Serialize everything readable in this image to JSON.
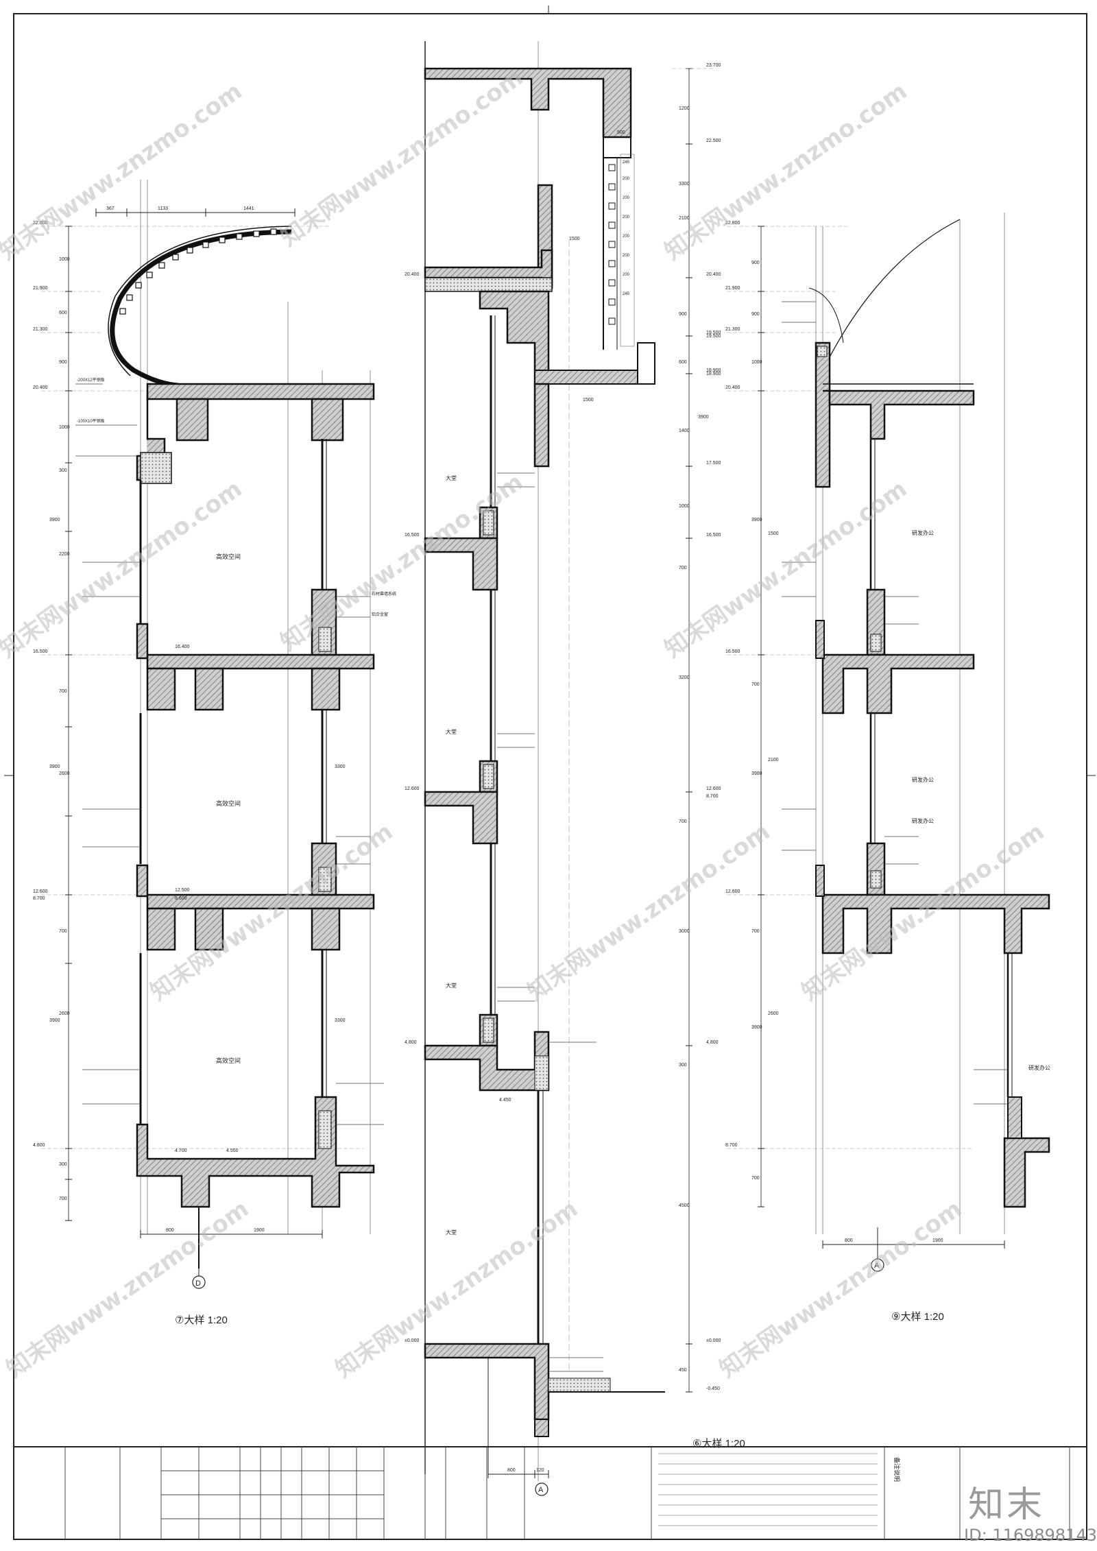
{
  "watermark": "知末网www.znzmo.com",
  "brand": {
    "logo_text": "知末",
    "id_label": "ID: 1169898143"
  },
  "details": {
    "left": {
      "title": "⑦大样 1:20",
      "axis": "D",
      "dims_top": [
        "367",
        "1133",
        "1441"
      ],
      "dims_bottom": [
        "800",
        "1900"
      ],
      "levels": [
        "22.800",
        "21.900",
        "21.300",
        "20.400",
        "16.500",
        "12.600",
        "8.700",
        "4.800"
      ],
      "sub_levels": [
        "16.400",
        "12.500",
        "8.600",
        "4.700",
        "4.550"
      ],
      "dims_side": [
        "1000",
        "600",
        "900",
        "1000",
        "300",
        "2200",
        "3900",
        "700",
        "2600",
        "3300",
        "3900",
        "700",
        "2600",
        "3300",
        "3900",
        "300",
        "700"
      ],
      "room_label": "高效空间",
      "note_labels": [
        "-200X12平钢板",
        "-100X10平钢板",
        "石材幕墙系统",
        "铝合金窗"
      ]
    },
    "middle": {
      "title": "⑥大样 1:20",
      "axis": "A",
      "levels": [
        "23.700",
        "22.500",
        "20.400",
        "19.500",
        "18.900",
        "17.500",
        "16.500",
        "12.600",
        "8.700",
        "4.800",
        "±0.000",
        "-0.450"
      ],
      "sub_levels": [
        "4.450"
      ],
      "dims_top": [
        "500",
        "1500"
      ],
      "dims_bottom": [
        "800",
        "120"
      ],
      "dims_side": [
        "1200",
        "3300",
        "2100",
        "1500",
        "900",
        "600",
        "3900",
        "1400",
        "1000",
        "700",
        "3200",
        "700",
        "3000",
        "300",
        "4500",
        "450"
      ],
      "dims_inner": [
        "245",
        "200",
        "200",
        "200",
        "200",
        "200",
        "200",
        "245"
      ],
      "room_label": "大堂"
    },
    "right": {
      "title": "⑨大样 1:20",
      "axis": "A",
      "levels": [
        "22.800",
        "21.900",
        "21.300",
        "20.400",
        "19.500",
        "18.900",
        "16.500",
        "12.600",
        "8.700"
      ],
      "dims_bottom": [
        "800",
        "1900"
      ],
      "dims_side": [
        "900",
        "900",
        "1000",
        "3900",
        "1500",
        "700",
        "2100",
        "3900",
        "700",
        "3900",
        "2600",
        "700"
      ],
      "room_label": "研发办公"
    }
  },
  "title_block": {
    "notes_heading": "备注说明"
  },
  "colors": {
    "line": "#1a1a1a",
    "concrete_fill": "#3a3a3a",
    "hatch": "#8c8c8c",
    "watermark": "#bcbcbc"
  }
}
